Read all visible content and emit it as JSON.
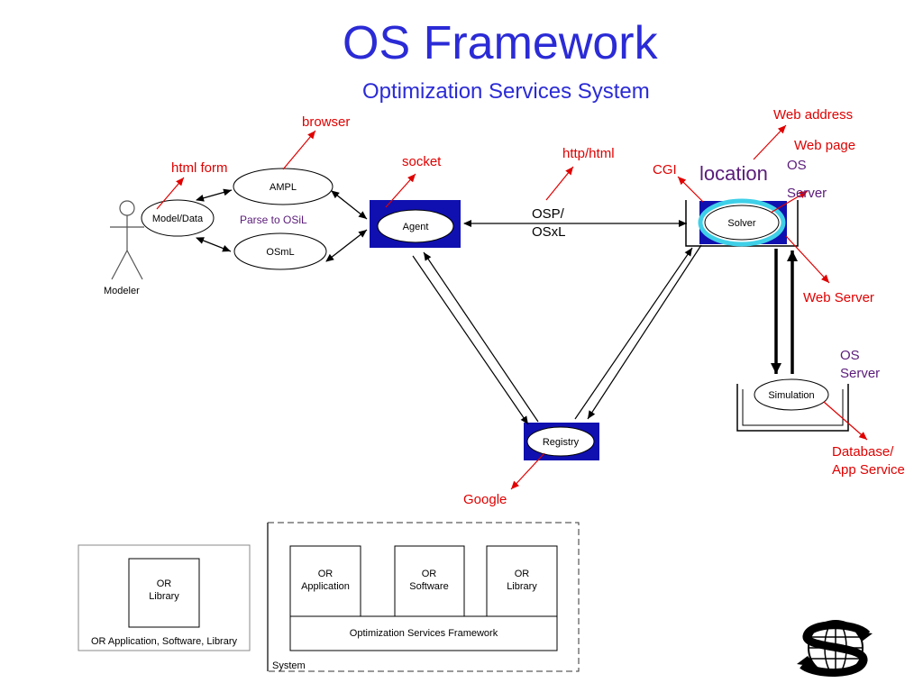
{
  "header": {
    "title": "OS Framework",
    "subtitle": "Optimization Services System"
  },
  "actors": {
    "modeler": "Modeler"
  },
  "nodes": {
    "model_data": "Model/Data",
    "ampl": "AMPL",
    "osml": "OSmL",
    "parse": "Parse to OSiL",
    "agent": "Agent",
    "solver": "Solver",
    "registry": "Registry",
    "simulation": "Simulation",
    "osp_line1": "OSP/",
    "osp_line2": "OSxL"
  },
  "annotations": {
    "browser": "browser",
    "html_form": "html form",
    "socket": "socket",
    "http_html": "http/html",
    "web_address": "Web address",
    "web_page": "Web page",
    "cgi": "CGI",
    "location": "location",
    "os_server_1_line1": "OS",
    "os_server_1_line2": "Server",
    "web_server": "Web Server",
    "os_server_2_line1": "OS",
    "os_server_2_line2": "Server",
    "db_line1": "Database/",
    "db_line2": "App Service",
    "google": "Google"
  },
  "legend": {
    "left_box_item_line1": "OR",
    "left_box_item_line2": "Library",
    "left_box_caption": "OR Application, Software, Library",
    "system_item1_line1": "OR",
    "system_item1_line2": "Application",
    "system_item2_line1": "OR",
    "system_item2_line2": "Software",
    "system_item3_line1": "OR",
    "system_item3_line2": "Library",
    "system_framework": "Optimization Services Framework",
    "system_caption": "System"
  },
  "colors": {
    "title": "#2b2bd6",
    "annotation_red": "#e00000",
    "purple_text": "#5a1b7a",
    "blue_box": "#1010b0",
    "highlight_ring": "#3fd0e8"
  },
  "logo": {
    "icon": "os-globe-logo-icon"
  }
}
